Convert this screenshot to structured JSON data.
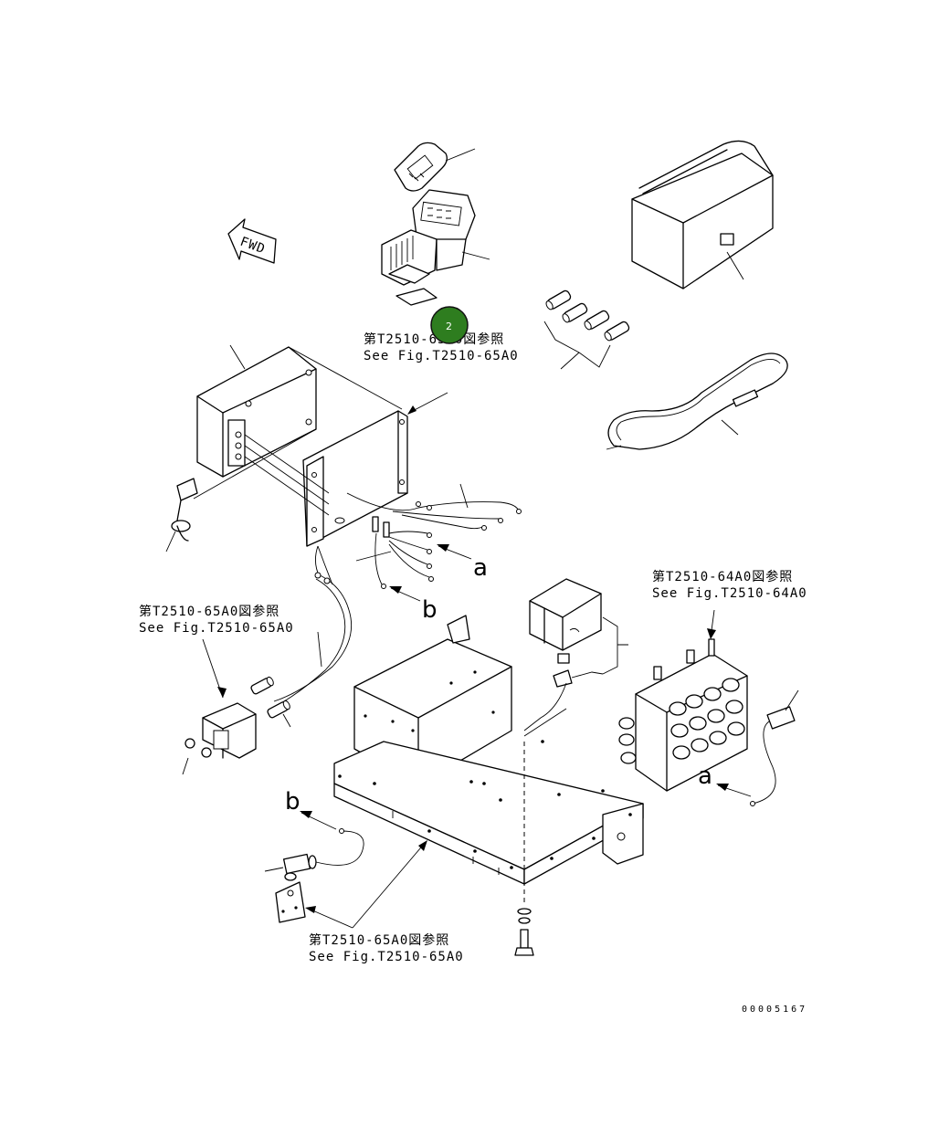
{
  "diagram": {
    "fwd_label": "FWD",
    "refs": [
      {
        "jp": "第T2510-65A0図参照",
        "en": "See Fig.T2510-65A0"
      },
      {
        "jp": "第T2510-64A0図参照",
        "en": "See Fig.T2510-64A0"
      },
      {
        "jp": "第T2510-65A0図参照",
        "en": "See Fig.T2510-65A0"
      },
      {
        "jp": "第T2510-65A0図参照",
        "en": "See Fig.T2510-65A0"
      }
    ],
    "letters": {
      "a1": "a",
      "b1": "b",
      "a2": "a",
      "b2": "b"
    },
    "marker": {
      "label": "2",
      "color": "#2e7d1f"
    },
    "drawing_code": "00005167"
  }
}
